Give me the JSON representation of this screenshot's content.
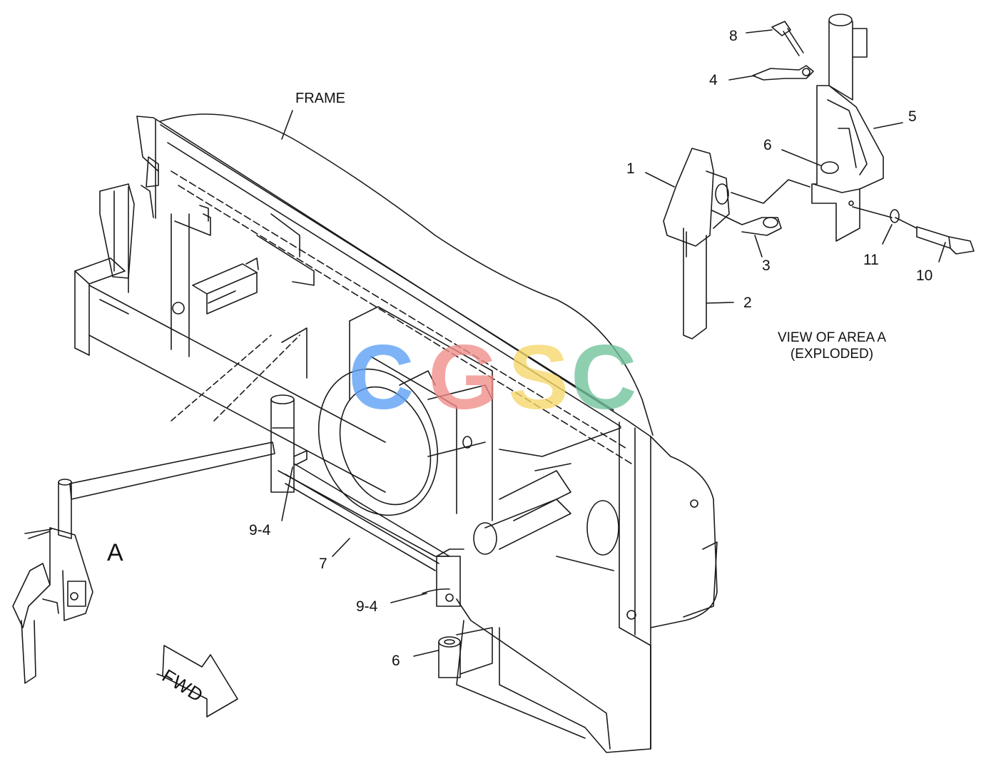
{
  "labels": {
    "frame": "FRAME",
    "area": "A",
    "c1": "1",
    "c2": "2",
    "c3": "3",
    "c4": "4",
    "c5": "5",
    "c6_top": "6",
    "c8": "8",
    "c10": "10",
    "c11": "11",
    "c7": "7",
    "c94a": "9-4",
    "c94b": "9-4",
    "c6_bottom": "6"
  },
  "caption": {
    "line1": "VIEW OF AREA A",
    "line2": "(EXPLODED)"
  },
  "fwd": "FWD",
  "watermark": {
    "letters": [
      "C",
      "G",
      "S",
      "C"
    ],
    "colors": [
      "#5aa0f5",
      "#f08c87",
      "#f7d76a",
      "#6fc29a"
    ]
  },
  "line_color": "#1a1a1a"
}
